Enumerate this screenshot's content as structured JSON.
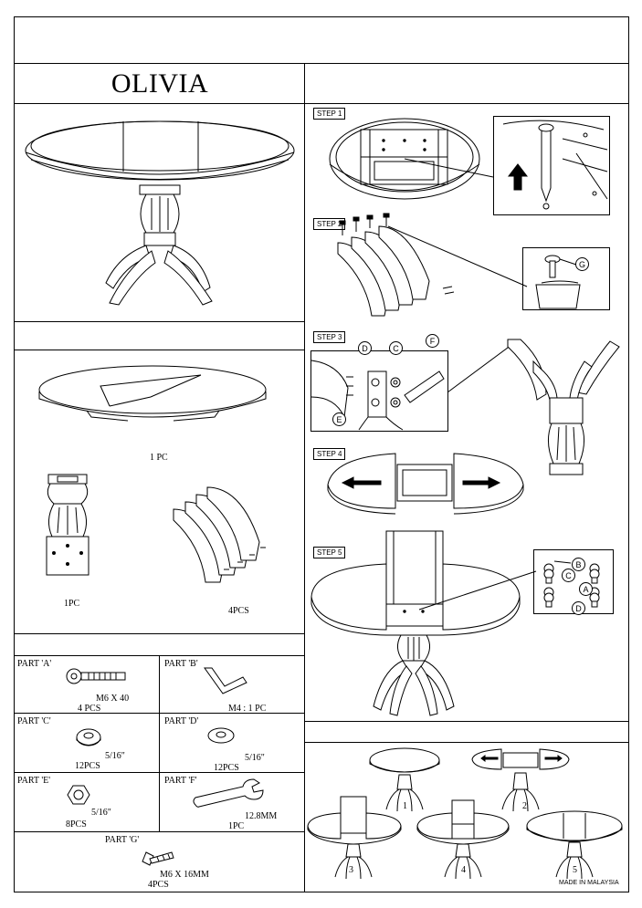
{
  "product_name": "OLIVIA",
  "contents": {
    "tabletop_qty": "1 PC",
    "pedestal_qty": "1PC",
    "legs_qty": "4PCS"
  },
  "parts": [
    {
      "label": "PART 'A'",
      "size": "M6 X 40",
      "qty": "4 PCS"
    },
    {
      "label": "PART 'B'",
      "size": "M4 : 1 PC",
      "qty": ""
    },
    {
      "label": "PART 'C'",
      "size": "5/16\"",
      "qty": "12PCS"
    },
    {
      "label": "PART 'D'",
      "size": "5/16\"",
      "qty": "12PCS"
    },
    {
      "label": "PART 'E'",
      "size": "5/16\"",
      "qty": "8PCS"
    },
    {
      "label": "PART 'F'",
      "size": "12.8MM",
      "qty": "1PC"
    },
    {
      "label": "PART 'G'",
      "size": "M6 X 16MM",
      "qty": "4PCS"
    }
  ],
  "steps": [
    "STEP 1",
    "STEP 2",
    "STEP 3",
    "STEP 4",
    "STEP 5"
  ],
  "callouts": [
    "A",
    "B",
    "C",
    "D",
    "E",
    "F",
    "G"
  ],
  "sequence_numbers": [
    "1",
    "2",
    "3",
    "4",
    "5"
  ],
  "footer_note": "MADE IN MALAYSIA"
}
